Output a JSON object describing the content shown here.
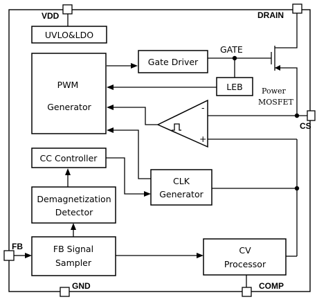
{
  "pins": {
    "vdd": "VDD",
    "drain": "DRAIN",
    "cs": "CS",
    "fb": "FB",
    "gnd": "GND",
    "comp": "COMP"
  },
  "blocks": {
    "uvlo": "UVLO&LDO",
    "gate_driver": "Gate Driver",
    "pwm_line1": "PWM",
    "pwm_line2": "Generator",
    "leb": "LEB",
    "cc_controller": "CC Controller",
    "demag_line1": "Demagnetization",
    "demag_line2": "Detector",
    "clk_line1": "CLK",
    "clk_line2": "Generator",
    "fb_line1": "FB Signal",
    "fb_line2": "Sampler",
    "cv_line1": "CV",
    "cv_line2": "Processor"
  },
  "labels": {
    "gate": "GATE",
    "power_mosfet_line1": "Power",
    "power_mosfet_line2": "MOSFET",
    "comp_minus": "-",
    "comp_plus": "+"
  }
}
